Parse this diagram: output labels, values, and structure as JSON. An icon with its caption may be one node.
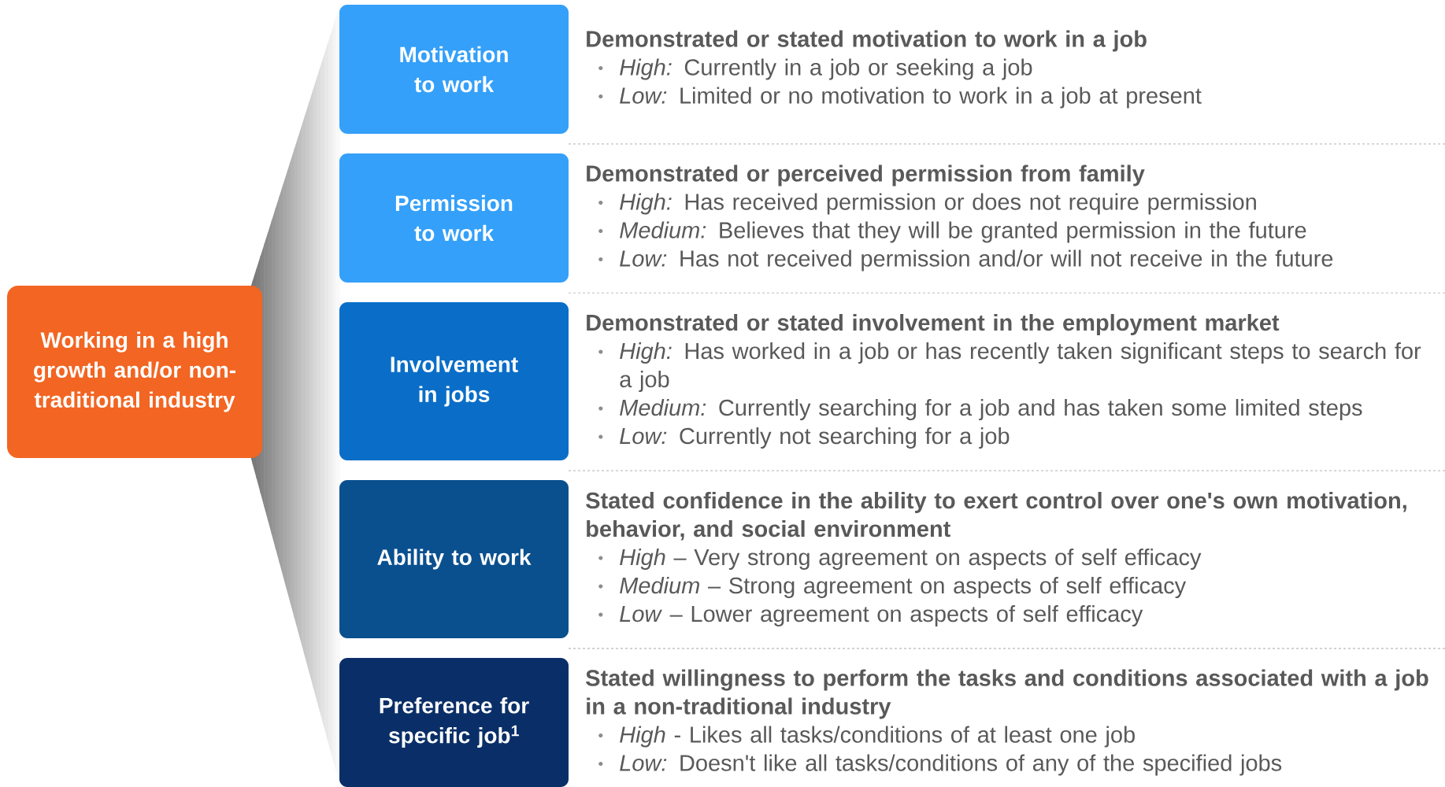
{
  "diagram": {
    "nodes": [
      {
        "text": [
          "Working in a high growth and/or non-traditional industry"
        ]
      },
      {
        "text": [
          "Motivation to work"
        ],
        "beside": [
          "Demonstrated or stated motivation to work in a job",
          "*High:* Currently in a job or seeking a job",
          "*Low:* Limited or no motivation to work in a job at present"
        ]
      },
      {
        "text": [
          "Permission to work"
        ],
        "beside": [
          "Demonstrated or perceived permission from family",
          "*High:* Has received permission or does not require permission",
          "*Medium:* Believes that they will be granted permission in the future",
          "*Low:* Has not received permission and/or will not receive in the future"
        ]
      },
      {
        "text": [
          "Involvement in jobs"
        ],
        "beside": [
          "Demonstrated or stated involvement in the employment market",
          "*High:* Has worked in a job or has recently taken significant steps to search for a job",
          "*Medium:* Currently searching for a job and has taken some limited steps",
          "*Low:* Currently not searching for a job"
        ]
      },
      {
        "text": [
          "Ability to work"
        ],
        "beside": [
          "Stated confidence in the ability to exert control over one's own motivation, behavior, and social environment",
          "*High* – Very strong agreement on aspects of self efficacy",
          "*Medium* – Strong agreement on aspects of self efficacy",
          "*Low* – Lower agreement on aspects of self efficacy"
        ]
      },
      {
        "text": [
          "Preference for specific job$^{1}$"
        ],
        "beside": [
          "Stated willingness to perform the tasks and conditions associated with a job in a non-traditional industry",
          "*High* - Likes all tasks/conditions of at least one job",
          "*Low:*  Doesn't like all tasks/conditions of any of the specified jobs"
        ]
      }
    ]
  }
}
